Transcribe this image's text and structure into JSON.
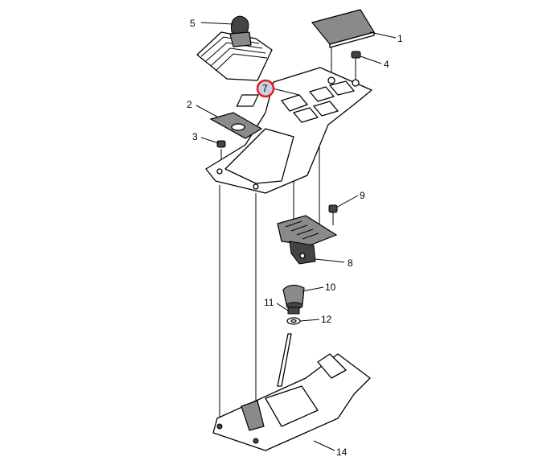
{
  "diagram": {
    "highlight_color": "#e02020",
    "highlight_fill": "#c8d0e0",
    "selected_callout": "7",
    "callouts": [
      {
        "id": "1",
        "label": "1"
      },
      {
        "id": "2",
        "label": "2"
      },
      {
        "id": "3",
        "label": "3"
      },
      {
        "id": "4",
        "label": "4"
      },
      {
        "id": "5",
        "label": "5"
      },
      {
        "id": "7",
        "label": "7"
      },
      {
        "id": "8",
        "label": "8"
      },
      {
        "id": "9",
        "label": "9"
      },
      {
        "id": "10",
        "label": "10"
      },
      {
        "id": "11",
        "label": "11"
      },
      {
        "id": "12",
        "label": "12"
      },
      {
        "id": "14",
        "label": "14"
      }
    ]
  }
}
